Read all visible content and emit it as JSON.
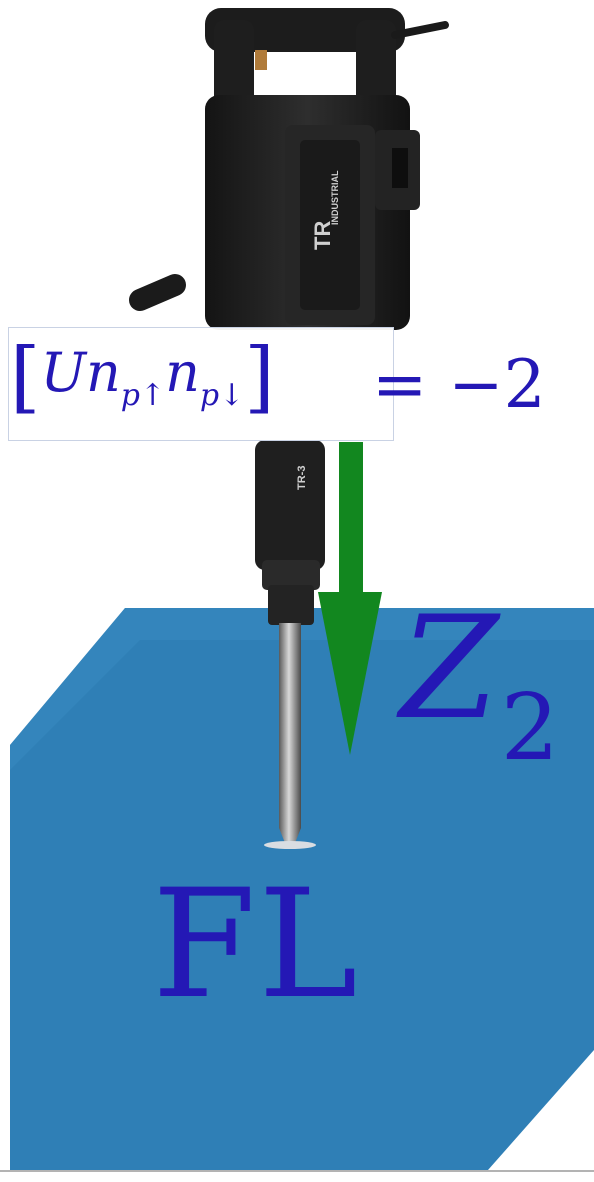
{
  "formula": {
    "open_bracket": "[",
    "U": "U",
    "n1": "n",
    "sub1": "p↑",
    "n2": "n",
    "sub2": "p↓",
    "close_bracket": "]",
    "rhs": "= −2"
  },
  "z2_label": {
    "letter": "Z",
    "sub": "2"
  },
  "fl_label": "FL",
  "colors": {
    "block": "#2f7fb6",
    "arrow": "#12871f",
    "math_text": "#2418b5",
    "tool_body": "#1f1f1f"
  },
  "icons": {
    "tool": "jackhammer-icon",
    "arrow": "down-arrow-icon"
  },
  "tool_text": {
    "brand": "TR",
    "brand_sub": "INDUSTRIAL",
    "model": "TR-3"
  }
}
